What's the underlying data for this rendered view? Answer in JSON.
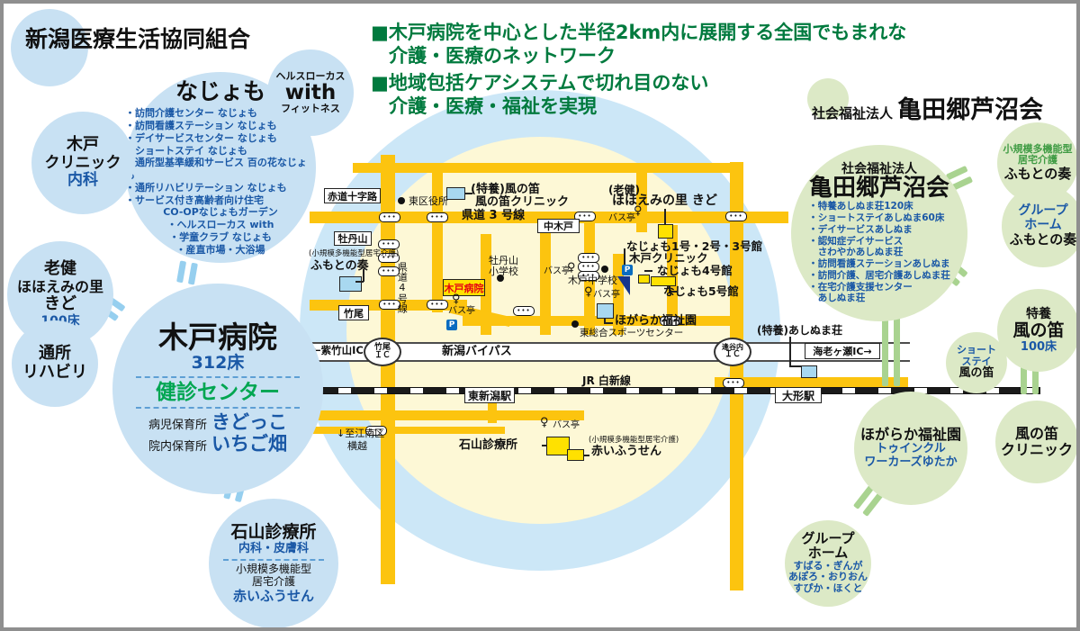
{
  "left": {
    "org_title": "新潟医療生活協同組合",
    "kido_clinic": {
      "name1": "木戸",
      "name2": "クリニック",
      "dept": "内科"
    },
    "najomo": {
      "title": "なじょも",
      "items": [
        "・訪問介護センター なじょも",
        "・訪問看護ステーション なじょも",
        "・デイサービスセンター なじょも",
        "・ショートステイ なじょも",
        "・通所型基準緩和サービス 百の花なじょも",
        "・通所リハビリテーション なじょも",
        "・サービス付き高齢者向け住宅"
      ],
      "items_centered": [
        "CO-OPなじょもガーデン",
        "・ヘルスローカス with",
        "・学童クラブ なじょも",
        "・産直市場・大浴場"
      ]
    },
    "with_fitness": {
      "line1": "ヘルスローカス",
      "line2": "with",
      "line3": "フィットネス"
    },
    "rouken": {
      "line1": "老健",
      "line2": "ほほえみの里",
      "line3": "きど",
      "beds": "100床"
    },
    "tsusho": {
      "line1": "通所",
      "line2": "リハビリ"
    },
    "hospital": {
      "name": "木戸病院",
      "beds": "312床",
      "kenshin": "健診センター",
      "n1_label": "病児保育所",
      "n1_name": "きどっこ",
      "n2_label": "院内保育所",
      "n2_name": "いちご畑"
    },
    "ishiyama": {
      "name": "石山診療所",
      "dept": "内科・皮膚科",
      "type1": "小規模多機能型",
      "type2": "居宅介護",
      "care": "赤いふうせん"
    }
  },
  "headline": {
    "l1": "■木戸病院を中心とした半径2km内に展開する全国でもまれな",
    "l2": "介護・医療のネットワーク",
    "l3": "■地域包括ケアシステムで切れ目のない",
    "l4": "介護・医療・福祉を実現"
  },
  "right": {
    "org_prefix": "社会福祉法人",
    "org_name": "亀田郷芦沼会",
    "main": {
      "prefix": "社会福祉法人",
      "name": "亀田郷芦沼会",
      "items": [
        "・特養あしぬま荘120床",
        "・ショートステイあしぬま60床",
        "・デイサービスあしぬま",
        "・認知症デイサービス",
        "　さわやかあしぬま荘",
        "・訪問看護ステーションあしぬま",
        "・訪問介護、居宅介護あしぬま荘",
        "・在宅介護支援センター",
        "　あしぬま荘"
      ]
    },
    "fumoto": {
      "type1": "小規模多機能型",
      "type2": "居宅介護",
      "name": "ふもとの奏"
    },
    "gh_fumoto": {
      "line1": "グループ",
      "line2": "ホーム",
      "name": "ふもとの奏"
    },
    "tokuyo": {
      "type": "特養",
      "name": "風の笛",
      "beds": "100床"
    },
    "shortstay": {
      "line1": "ショート",
      "line2": "ステイ",
      "name": "風の笛"
    },
    "kaze_clinic": {
      "line1": "風の笛",
      "line2": "クリニック"
    },
    "hogaraka": {
      "name": "ほがらか福祉園",
      "sub1": "トゥインクル",
      "sub2": "ワーカーズゆたか"
    },
    "gh": {
      "line1": "グループ",
      "line2": "ホーム",
      "n1": "すばる・ぎんが",
      "n2": "あぽろ・おりおん",
      "n3": "すぴか・ほくと"
    }
  },
  "map": {
    "sekido": "赤道十字路",
    "ward": "東区役所",
    "kaze1": "(特養)風の笛",
    "kaze2": "風の笛クリニック",
    "kendo3": "県道 3 号線",
    "nakakido": "中木戸",
    "botanyama": "牡丹山",
    "fumoto_type": "(小規模多機能型居宅介護)",
    "fumoto_name": "ふもとの奏",
    "kendo4": "県道4号線",
    "takeo": "竹尾",
    "hospital": "木戸病院",
    "bus": "バス亭",
    "botan_es1": "牡丹山",
    "botan_es2": "小学校",
    "rouken1": "(老健)",
    "rouken2": "ほほえみの里 きど",
    "najomo123": "なじょも1号・2号・3号館",
    "kido_cl": "木戸クリニック",
    "najomo4": "なじょも4号館",
    "najomo5": "なじょも5号館",
    "jhs": "木戸中学校",
    "hogaraka": "ほがらか福祉園",
    "sports": "東総合スポーツセンター",
    "shichiku": "←紫竹山IC",
    "takeo_ic": "竹尾",
    "ic": "ＩＣ",
    "bypass": "新潟バイパス",
    "aigauchi": "逢谷内",
    "ashinuma": "(特養)あしぬま荘",
    "ebigase": "海老ヶ瀬IC→",
    "jr": "JR 白新線",
    "st_higashi": "東新潟駅",
    "st_ogata": "大形駅",
    "konan1": "↓至江南区",
    "konan2": "横越",
    "ishiyama": "石山診療所",
    "akai_type": "(小規模多機能型居宅介護)",
    "akai": "赤いふうせん",
    "p": "P"
  },
  "colors": {
    "accent_blue": "#1a58a6",
    "accent_green": "#007a3e",
    "road_yellow": "#fcc40f",
    "light_blue": "#c8e1f3",
    "light_green": "#dce9c6",
    "alert_red": "#e60012"
  }
}
